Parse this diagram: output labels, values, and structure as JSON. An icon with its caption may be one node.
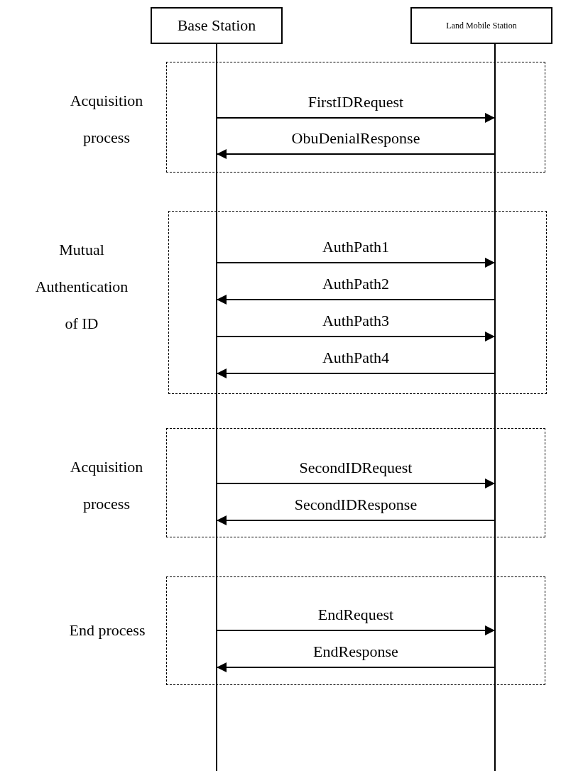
{
  "diagram": {
    "nodes": [
      {
        "text": [
          "Base Station"
        ]
      },
      {
        "text": [
          "Land Mobile Station"
        ]
      }
    ],
    "labels": [
      "Acquisition process",
      "Mutual Authentication of ID",
      "Acquisition process",
      "End process"
    ],
    "edges": [
      {
        "from": 0,
        "to": 1,
        "arrow": "to",
        "label": "FirstIDRequest"
      },
      {
        "from": 1,
        "to": 0,
        "arrow": "to",
        "label": "ObuDenialResponse"
      },
      {
        "from": 0,
        "to": 1,
        "arrow": "to",
        "label": "AuthPath1"
      },
      {
        "from": 1,
        "to": 0,
        "arrow": "to",
        "label": "AuthPath2"
      },
      {
        "from": 0,
        "to": 1,
        "arrow": "to",
        "label": "AuthPath3"
      },
      {
        "from": 1,
        "to": 0,
        "arrow": "to",
        "label": "AuthPath4"
      },
      {
        "from": 0,
        "to": 1,
        "arrow": "to",
        "label": "SecondIDRequest"
      },
      {
        "from": 1,
        "to": 0,
        "arrow": "to",
        "label": "SecondIDResponse"
      },
      {
        "from": 0,
        "to": 1,
        "arrow": "to",
        "label": "EndRequest"
      },
      {
        "from": 1,
        "to": 0,
        "arrow": "to",
        "label": "EndResponse"
      }
    ]
  }
}
